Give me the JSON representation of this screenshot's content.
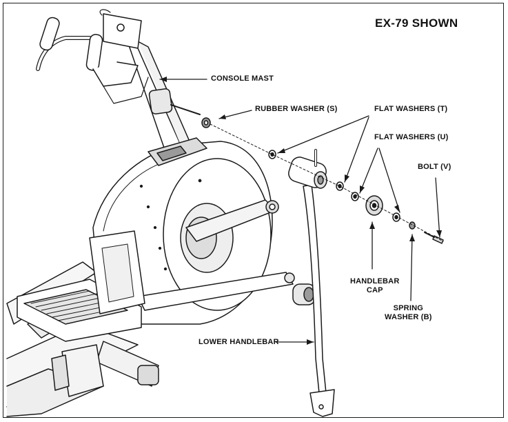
{
  "diagram": {
    "title": "EX-79 SHOWN",
    "labels": {
      "console_mast": "CONSOLE MAST",
      "rubber_washer": "RUBBER WASHER (S)",
      "flat_washers_t": "FLAT WASHERS (T)",
      "flat_washers_u": "FLAT WASHERS (U)",
      "bolt": "BOLT (V)",
      "handlebar_cap_1": "HANDLEBAR",
      "handlebar_cap_2": "CAP",
      "spring_washer_1": "SPRING",
      "spring_washer_2": "WASHER (B)",
      "lower_handlebar": "LOWER HANDLEBAR"
    },
    "colors": {
      "ink": "#1a1a1a",
      "shade": "#e6e6e6",
      "dark_shade": "#9a9a9a"
    }
  }
}
